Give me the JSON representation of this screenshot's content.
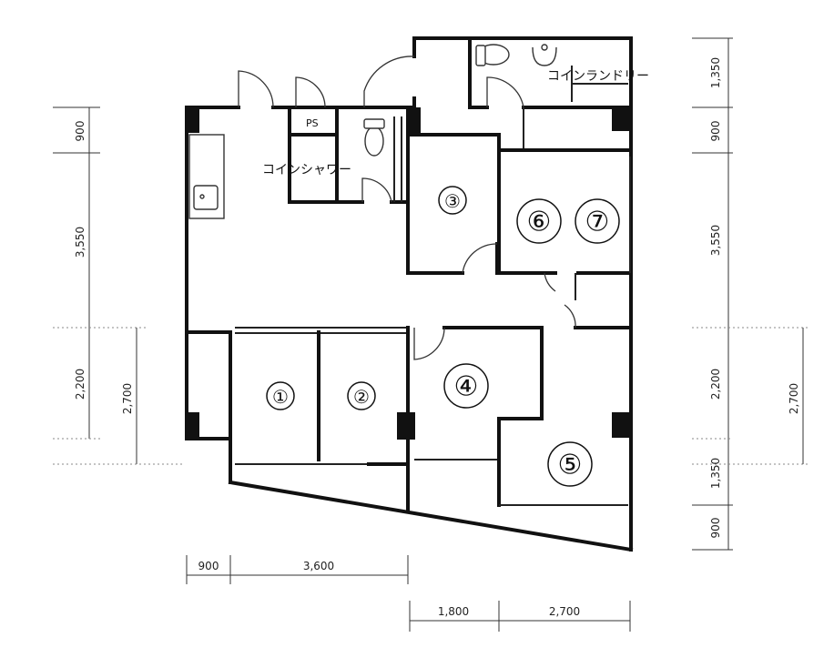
{
  "labels": {
    "coin_laundry": "コインランドリー",
    "coin_shower": "コインシャワー",
    "ps": "PS"
  },
  "rooms": [
    "①",
    "②",
    "③",
    "④",
    "⑤",
    "⑥",
    "⑦"
  ],
  "dimensions": {
    "left_top": "900",
    "left_mid": "3,550",
    "left_inner": "2,200",
    "left_outer": "2,700",
    "right_top": "1,350",
    "right_second": "900",
    "right_mid": "3,550",
    "right_inner": "2,200",
    "right_outer": "2,700",
    "right_lower": "1,350",
    "right_bottom": "900",
    "bottom_a": "900",
    "bottom_b": "3,600",
    "bottom_c": "1,800",
    "bottom_d": "2,700"
  }
}
